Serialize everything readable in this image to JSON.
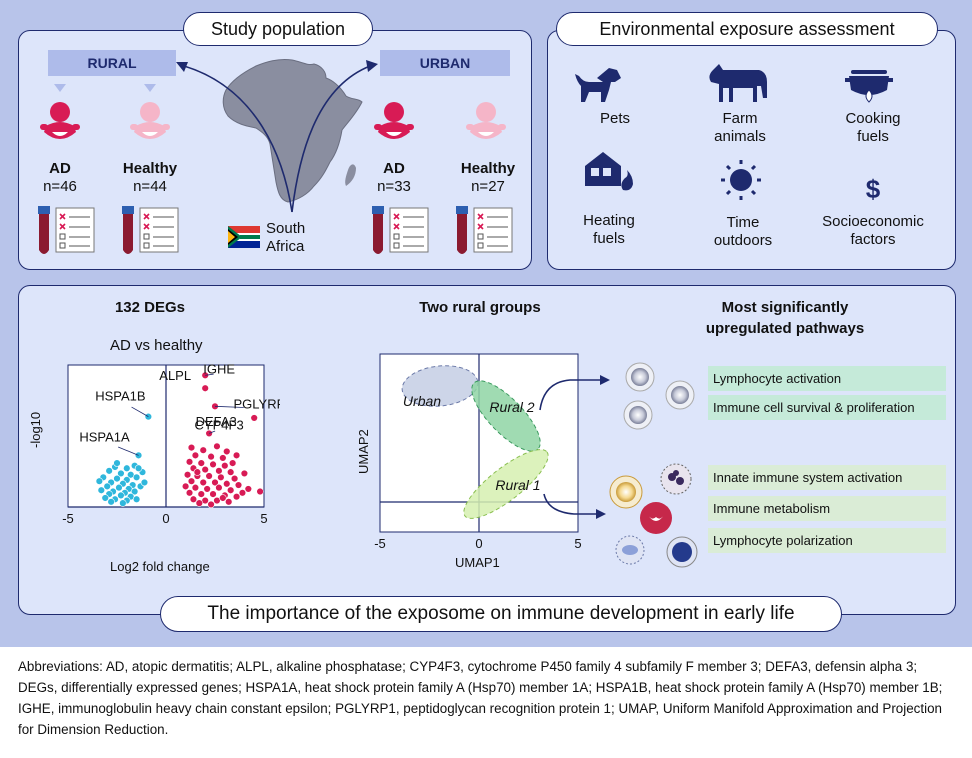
{
  "study": {
    "title": "Study population",
    "rural": "RURAL",
    "urban": "URBAN",
    "groups": [
      {
        "label": "AD",
        "n": "n=46"
      },
      {
        "label": "Healthy",
        "n": "n=44"
      },
      {
        "label": "AD",
        "n": "n=33"
      },
      {
        "label": "Healthy",
        "n": "n=27"
      }
    ],
    "country_line1": "South",
    "country_line2": "Africa"
  },
  "exposure": {
    "title": "Environmental exposure assessment",
    "items": [
      {
        "l1": "Pets",
        "l2": "",
        "icon": "dog-icon"
      },
      {
        "l1": "Farm",
        "l2": "animals",
        "icon": "cow-icon"
      },
      {
        "l1": "Cooking",
        "l2": "fuels",
        "icon": "cooking-pot-icon"
      },
      {
        "l1": "Heating",
        "l2": "fuels",
        "icon": "house-fire-icon"
      },
      {
        "l1": "Time",
        "l2": "outdoors",
        "icon": "sun-icon"
      },
      {
        "l1": "Socioeconomic",
        "l2": "factors",
        "icon": "dollar-icon"
      }
    ]
  },
  "results": {
    "degs_title": "132 DEGs",
    "rural_title": "Two rural groups",
    "pathways_title_l1": "Most significantly",
    "pathways_title_l2": "upregulated pathways",
    "pathways_up": [
      "Lymphocyte activation",
      "Immune cell survival & proliferation"
    ],
    "pathways_down": [
      "Innate immune system activation",
      "Immune metabolism",
      "Lymphocyte polarization"
    ],
    "footer": "The importance of the exposome on immune development in early life"
  },
  "chart_data": [
    {
      "type": "scatter",
      "title": "AD vs healthy",
      "xlabel": "Log2 fold change",
      "ylabel": "-log10",
      "xlim": [
        -5,
        5
      ],
      "xticks": [
        "-5",
        "0",
        "5"
      ],
      "grid": false,
      "labels": [
        {
          "text": "IGHE",
          "x": 2.0,
          "y": 10.2
        },
        {
          "text": "ALPL",
          "x": 2.0,
          "y": 9.2
        },
        {
          "text": "PGLYRP1",
          "x": 2.5,
          "y": 7.8
        },
        {
          "text": "DEFA3",
          "x": 4.5,
          "y": 6.9
        },
        {
          "text": "CYP4F3",
          "x": 2.2,
          "y": 5.7
        },
        {
          "text": "HSPA1B",
          "x": -0.9,
          "y": 7.0
        },
        {
          "text": "HSPA1A",
          "x": -1.4,
          "y": 4.0
        }
      ],
      "series": [
        {
          "color": "#2fb7dc",
          "points": [
            [
              -0.9,
              7.0
            ],
            [
              -1.4,
              4.0
            ],
            [
              -2.6,
              3.1
            ],
            [
              -2.0,
              3.0
            ],
            [
              -1.6,
              3.2
            ],
            [
              -2.9,
              2.8
            ],
            [
              -2.3,
              2.6
            ],
            [
              -1.8,
              2.5
            ],
            [
              -1.2,
              2.7
            ],
            [
              -3.2,
              2.3
            ],
            [
              -2.5,
              2.2
            ],
            [
              -2.0,
              2.1
            ],
            [
              -1.5,
              2.3
            ],
            [
              -2.8,
              1.9
            ],
            [
              -2.2,
              1.8
            ],
            [
              -1.7,
              1.7
            ],
            [
              -3.0,
              1.6
            ],
            [
              -2.4,
              1.5
            ],
            [
              -1.9,
              1.4
            ],
            [
              -1.3,
              1.6
            ],
            [
              -3.3,
              1.3
            ],
            [
              -2.7,
              1.2
            ],
            [
              -2.1,
              1.1
            ],
            [
              -1.6,
              1.2
            ],
            [
              -2.9,
              1.0
            ],
            [
              -2.3,
              0.9
            ],
            [
              -1.8,
              0.8
            ],
            [
              -3.1,
              0.7
            ],
            [
              -2.6,
              0.6
            ],
            [
              -2.0,
              0.5
            ],
            [
              -1.5,
              0.6
            ],
            [
              -2.8,
              0.4
            ],
            [
              -2.2,
              0.3
            ],
            [
              -3.4,
              2.0
            ],
            [
              -1.1,
              1.9
            ],
            [
              -2.5,
              3.4
            ],
            [
              -1.4,
              3.0
            ]
          ]
        },
        {
          "color": "#d81b55",
          "points": [
            [
              2.0,
              10.2
            ],
            [
              2.0,
              9.2
            ],
            [
              2.5,
              7.8
            ],
            [
              4.5,
              6.9
            ],
            [
              2.2,
              5.7
            ],
            [
              1.3,
              4.6
            ],
            [
              1.9,
              4.4
            ],
            [
              2.6,
              4.7
            ],
            [
              3.1,
              4.3
            ],
            [
              1.5,
              4.0
            ],
            [
              2.3,
              3.9
            ],
            [
              2.9,
              3.8
            ],
            [
              3.6,
              4.0
            ],
            [
              1.2,
              3.5
            ],
            [
              1.8,
              3.4
            ],
            [
              2.4,
              3.3
            ],
            [
              3.0,
              3.2
            ],
            [
              3.4,
              3.4
            ],
            [
              1.4,
              3.0
            ],
            [
              2.0,
              2.9
            ],
            [
              2.7,
              2.8
            ],
            [
              3.3,
              2.7
            ],
            [
              1.1,
              2.5
            ],
            [
              1.6,
              2.4
            ],
            [
              2.2,
              2.4
            ],
            [
              2.8,
              2.3
            ],
            [
              3.5,
              2.2
            ],
            [
              4.0,
              2.6
            ],
            [
              1.3,
              2.0
            ],
            [
              1.9,
              1.9
            ],
            [
              2.5,
              1.9
            ],
            [
              3.1,
              1.8
            ],
            [
              3.7,
              1.7
            ],
            [
              1.0,
              1.6
            ],
            [
              1.5,
              1.5
            ],
            [
              2.1,
              1.4
            ],
            [
              2.7,
              1.5
            ],
            [
              3.3,
              1.3
            ],
            [
              4.2,
              1.4
            ],
            [
              1.2,
              1.1
            ],
            [
              1.8,
              1.0
            ],
            [
              2.4,
              1.0
            ],
            [
              3.0,
              0.9
            ],
            [
              3.6,
              0.8
            ],
            [
              1.4,
              0.6
            ],
            [
              2.0,
              0.5
            ],
            [
              2.6,
              0.5
            ],
            [
              3.2,
              0.4
            ],
            [
              1.7,
              0.3
            ],
            [
              2.3,
              0.2
            ],
            [
              2.9,
              0.7
            ],
            [
              3.9,
              1.1
            ],
            [
              1.6,
              2.7
            ],
            [
              4.8,
              1.2
            ]
          ]
        }
      ]
    },
    {
      "type": "scatter",
      "xlabel": "UMAP1",
      "ylabel": "UMAP2",
      "xlim": [
        -5,
        5
      ],
      "xticks": [
        "-5",
        "0",
        "5"
      ],
      "groups": [
        "Urban",
        "Rural 2",
        "Rural 1"
      ]
    }
  ],
  "abbreviations": "Abbreviations: AD, atopic dermatitis; ALPL, alkaline phosphatase; CYP4F3, cytochrome P450 family 4 subfamily F member 3; DEFA3, defensin alpha 3; DEGs, differentially expressed genes; HSPA1A, heat shock protein family A (Hsp70) member 1A; HSPA1B, heat shock protein family A (Hsp70) member 1B; IGHE, immunoglobulin heavy chain constant epsilon; PGLYRP1, peptidoglycan recognition protein 1; UMAP, Uniform Manifold Approximation and Projection for Dimension Reduction."
}
